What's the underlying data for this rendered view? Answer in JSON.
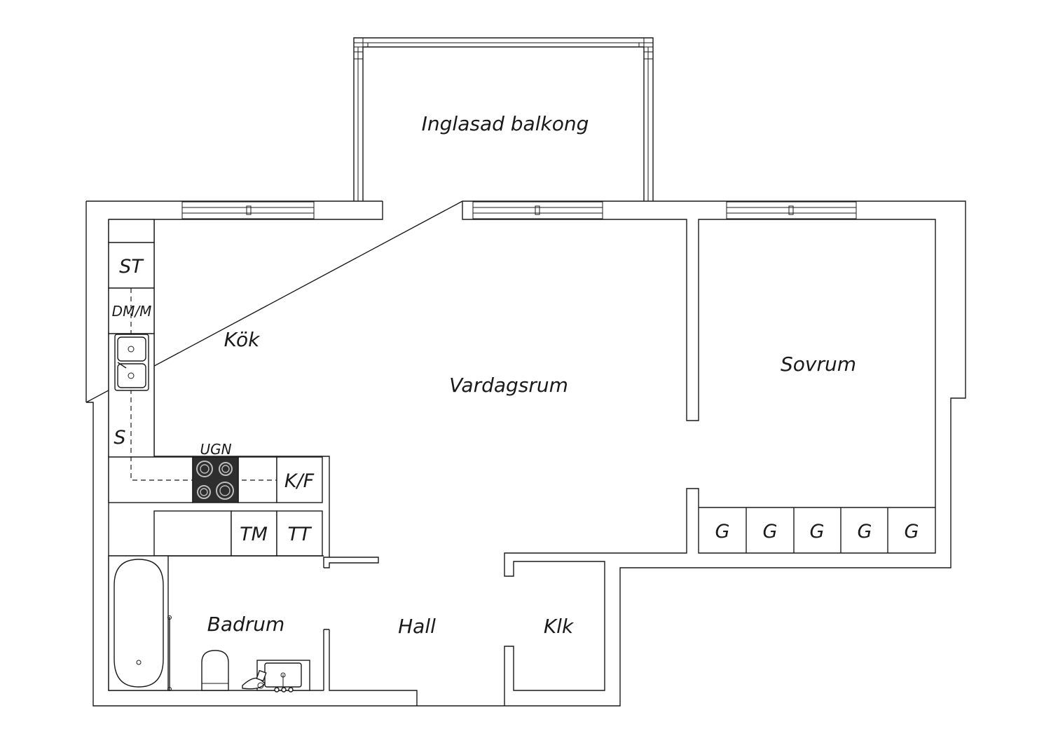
{
  "rooms": {
    "balcony": "Inglasad balkong",
    "kitchen": "Kök",
    "living": "Vardagsrum",
    "bedroom": "Sovrum",
    "bathroom": "Badrum",
    "hall": "Hall",
    "closet": "Klk"
  },
  "fixtures": {
    "st": "ST",
    "dm_m": "DM/M",
    "s": "S",
    "ugn": "UGN",
    "kf": "K/F",
    "tm": "TM",
    "tt": "TT",
    "wardrobes": [
      "G",
      "G",
      "G",
      "G",
      "G"
    ]
  },
  "colors": {
    "line": "#1a1a1a",
    "stove": "#2e2e2e",
    "background": "#ffffff"
  }
}
